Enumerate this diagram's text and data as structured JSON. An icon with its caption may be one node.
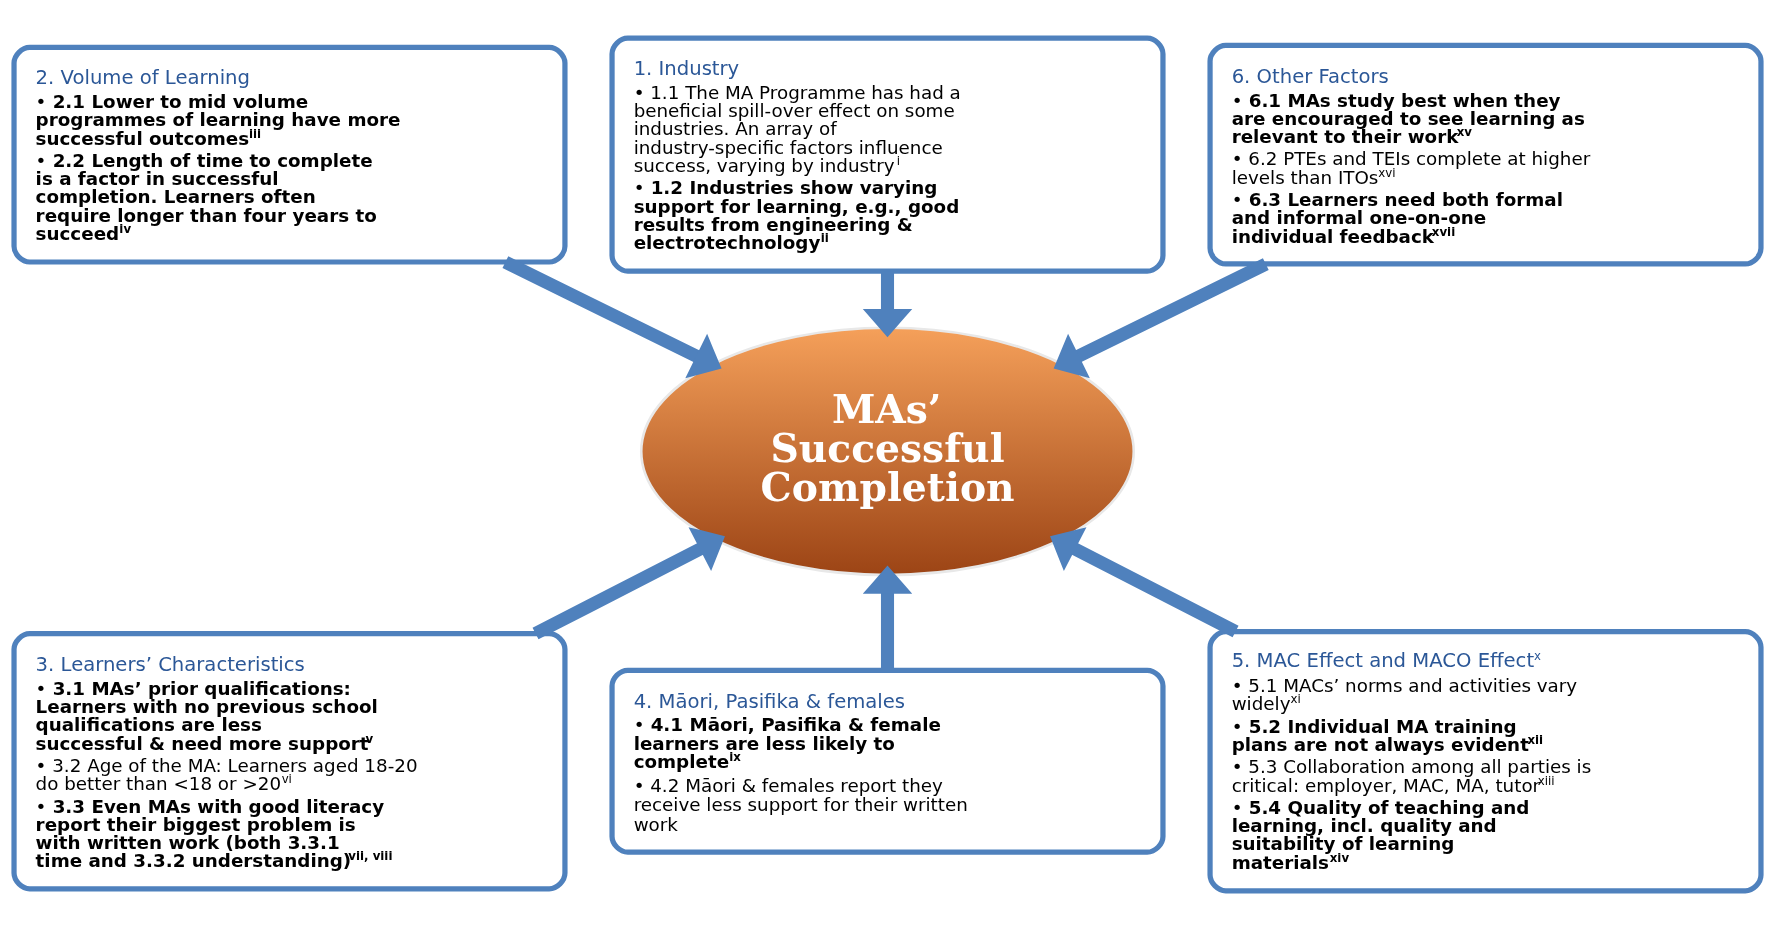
{
  "diagram": {
    "nodes": [
      {
        "text": [
          "1. Industry",
          "• 1.1 The MA Programme has had a beneficial spill-over effect on some industries. An array of industry-specific factors influence success, varying by industry$^{i}$",
          "• **1.2 Industries show varying support for learning, e.g., good results from engineering & electrotechnology$^{ii}$**"
        ]
      },
      {
        "text": [
          "2. Volume of Learning",
          "• **2.1 Lower to mid volume programmes of learning have more successful outcomes$^{iii}$**",
          "• **2.2 Length of time to complete is a factor in successful completion. Learners often require longer than four years to succeed$^{iv}$**"
        ]
      },
      {
        "text": [
          "6. Other Factors",
          "• **6.1 MAs study best when they are encouraged to see learning as relevant to their work$^{xv}$**",
          "• 6.2 PTEs and TEIs complete at higher levels than ITOs$^{xvi}$",
          "• **6.3 Learners need both formal and informal one-on-one individual feedback$^{xvii}$**"
        ]
      },
      {
        "text": [
          "MAs’ Successful Completion"
        ]
      },
      {
        "text": [
          "3. Learners’ Characteristics",
          "• **3.1 MAs’ prior qualifications: Learners with no previous school qualifications are less successful & need more support$^{v}$**",
          "• 3.2 Age of the MA: Learners aged 18-20 do better than <18 or >20$^{vi}$",
          "• **3.3 Even MAs with good literacy report their biggest problem is with written work (both 3.3.1 time and 3.3.2 understanding)$^{vii, viii}$**"
        ]
      },
      {
        "text": [
          "4. Māori, Pasifika & females",
          "• **4.1 Māori, Pasifika & female learners are less likely to complete$^{ix}$**",
          "• 4.2 Māori & females report they receive less support for their written work"
        ]
      },
      {
        "text": [
          "5. MAC Effect and MACO Effect$^{x}$",
          "• 5.1 MACs’ norms and activities vary widely$^{xi}$",
          "• **5.2 Individual MA training plans are not always evident$^{xii}$**",
          "• 5.3 Collaboration among all parties is critical: employer, MAC, MA, tutor$^{xiii}$",
          "• **5.4 Quality of teaching and learning, incl. quality and suitability of learning materials$^{xiv}$**"
        ]
      }
    ],
    "edges": [
      {
        "from": 1,
        "to": 3,
        "arrow": "to"
      },
      {
        "from": 0,
        "to": 3,
        "arrow": "to"
      },
      {
        "from": 2,
        "to": 3,
        "arrow": "to"
      },
      {
        "from": 4,
        "to": 3,
        "arrow": "to"
      },
      {
        "from": 5,
        "to": 3,
        "arrow": "to"
      },
      {
        "from": 6,
        "to": 3,
        "arrow": "to"
      }
    ]
  }
}
